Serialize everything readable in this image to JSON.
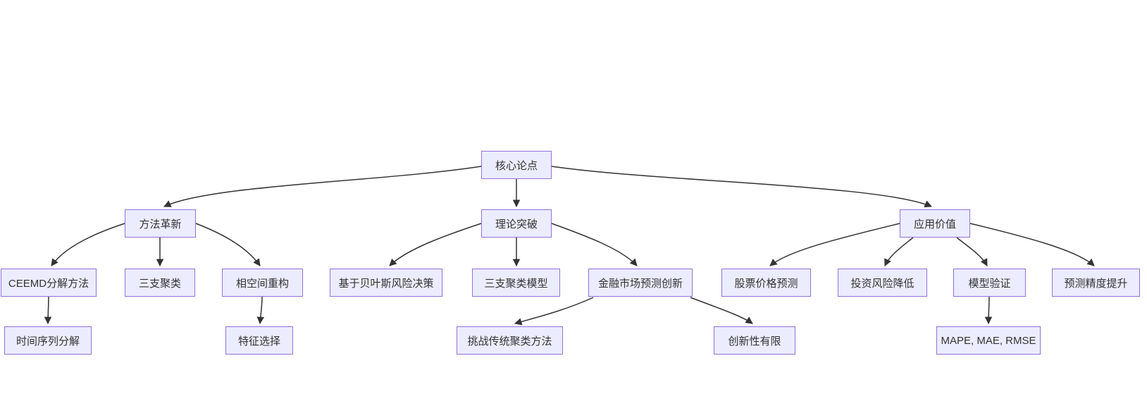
{
  "diagram": {
    "type": "flowchart-top-down",
    "colors": {
      "background": "#ffffff",
      "node_fill": "#ECECFF",
      "node_border": "#9370DB",
      "node_text": "#333333",
      "edge_stroke": "#333333"
    },
    "nodes": {
      "core_thesis": {
        "label": "核心论点"
      },
      "method_innovation": {
        "label": "方法革新"
      },
      "theory_breakthrough": {
        "label": "理论突破"
      },
      "application_value": {
        "label": "应用价值"
      },
      "ceemd_method": {
        "label": "CEEMD分解方法"
      },
      "three_way_clustering": {
        "label": "三支聚类"
      },
      "phase_space_reconstruction": {
        "label": "相空间重构"
      },
      "bayesian_risk_decision": {
        "label": "基于贝叶斯风险决策"
      },
      "three_way_clustering_model": {
        "label": "三支聚类模型"
      },
      "financial_forecast_innovation": {
        "label": "金融市场预测创新"
      },
      "stock_price_prediction": {
        "label": "股票价格预测"
      },
      "investment_risk_reduction": {
        "label": "投资风险降低"
      },
      "model_validation": {
        "label": "模型验证"
      },
      "prediction_accuracy_improvement": {
        "label": "预测精度提升"
      },
      "time_series_decomposition": {
        "label": "时间序列分解"
      },
      "feature_selection": {
        "label": "特征选择"
      },
      "challenge_traditional_clustering": {
        "label": "挑战传统聚类方法"
      },
      "limited_innovation": {
        "label": "创新性有限"
      },
      "evaluation_metrics": {
        "label": "MAPE, MAE, RMSE"
      }
    },
    "edges": [
      {
        "from": "core_thesis",
        "to": "method_innovation"
      },
      {
        "from": "core_thesis",
        "to": "theory_breakthrough"
      },
      {
        "from": "core_thesis",
        "to": "application_value"
      },
      {
        "from": "method_innovation",
        "to": "ceemd_method"
      },
      {
        "from": "method_innovation",
        "to": "three_way_clustering"
      },
      {
        "from": "method_innovation",
        "to": "phase_space_reconstruction"
      },
      {
        "from": "theory_breakthrough",
        "to": "bayesian_risk_decision"
      },
      {
        "from": "theory_breakthrough",
        "to": "three_way_clustering_model"
      },
      {
        "from": "theory_breakthrough",
        "to": "financial_forecast_innovation"
      },
      {
        "from": "application_value",
        "to": "stock_price_prediction"
      },
      {
        "from": "application_value",
        "to": "investment_risk_reduction"
      },
      {
        "from": "application_value",
        "to": "model_validation"
      },
      {
        "from": "application_value",
        "to": "prediction_accuracy_improvement"
      },
      {
        "from": "ceemd_method",
        "to": "time_series_decomposition"
      },
      {
        "from": "phase_space_reconstruction",
        "to": "feature_selection"
      },
      {
        "from": "financial_forecast_innovation",
        "to": "challenge_traditional_clustering"
      },
      {
        "from": "financial_forecast_innovation",
        "to": "limited_innovation"
      },
      {
        "from": "model_validation",
        "to": "evaluation_metrics"
      }
    ]
  }
}
